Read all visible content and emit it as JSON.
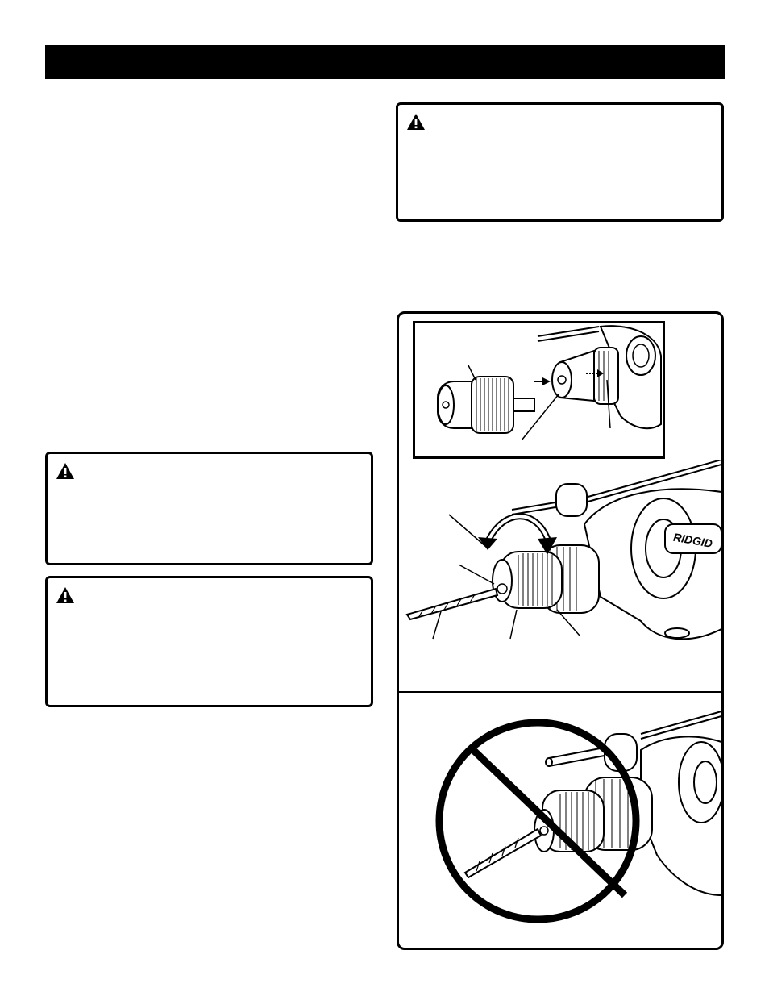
{
  "header": {
    "color": "#000000"
  },
  "warnings": [
    {
      "icon": "warning-triangle-icon"
    },
    {
      "icon": "warning-triangle-icon"
    },
    {
      "icon": "warning-triangle-icon"
    }
  ],
  "figures": [
    {
      "subject": "drill-chuck-installation"
    },
    {
      "subject": "bit-tightening-with-keyless-chuck"
    },
    {
      "subject": "incorrect-chuck-use",
      "symbol": "prohibited-icon"
    }
  ]
}
